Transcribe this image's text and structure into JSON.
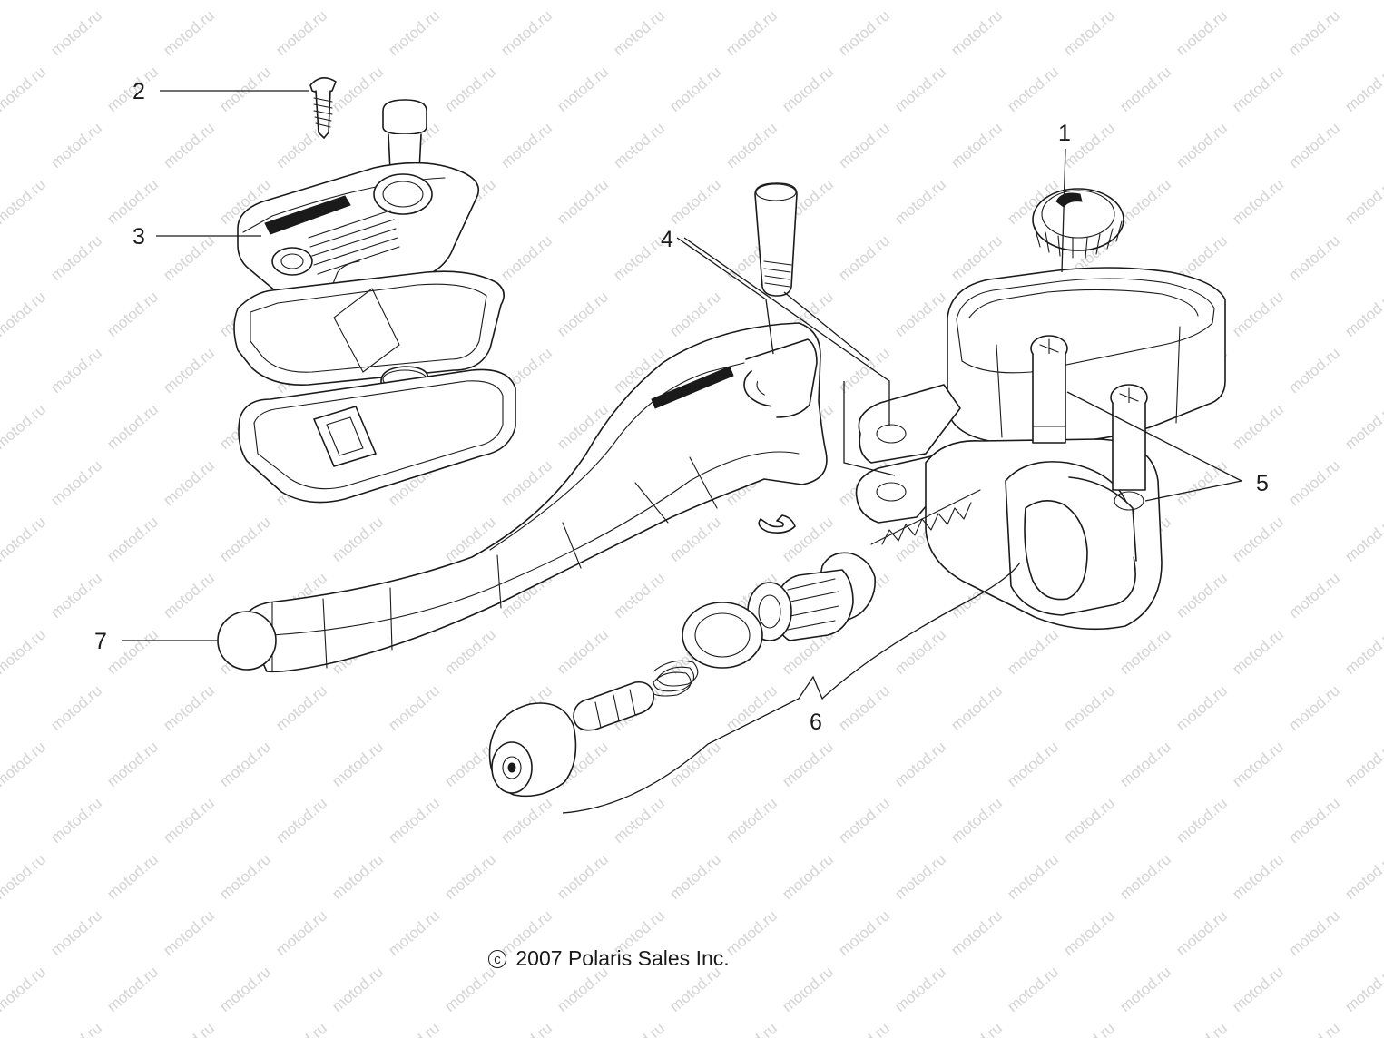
{
  "watermark": {
    "text": "motod.ru"
  },
  "callouts": [
    {
      "id": "1",
      "label": "1",
      "part": "master-cylinder-reservoir-body"
    },
    {
      "id": "2",
      "label": "2",
      "part": "cover-screw"
    },
    {
      "id": "3",
      "label": "3",
      "part": "reservoir-cover-with-diaphragm"
    },
    {
      "id": "4",
      "label": "4",
      "part": "lever-pivot-pin"
    },
    {
      "id": "5",
      "label": "5",
      "part": "clamp-screws"
    },
    {
      "id": "6",
      "label": "6",
      "part": "piston-kit"
    },
    {
      "id": "7",
      "label": "7",
      "part": "brake-lever"
    }
  ],
  "footer": {
    "copyright_symbol": "c",
    "copyright_text": "2007 Polaris Sales Inc."
  }
}
